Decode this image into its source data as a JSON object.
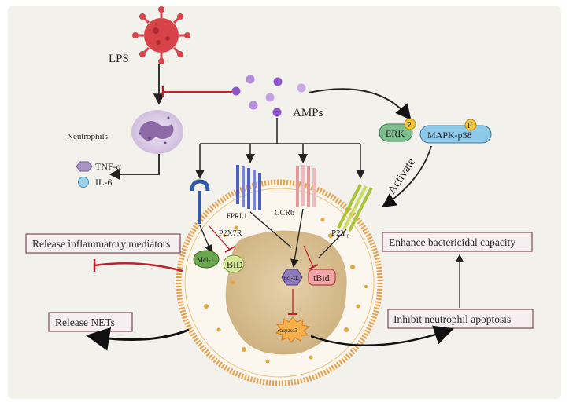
{
  "labels": {
    "lps": "LPS",
    "amps": "AMPs",
    "neutrophils": "Neutrophils",
    "tnf": "TNF-α",
    "il6": "IL-6",
    "erk": "ERK",
    "p_erk": "P",
    "mapk": "MAPK-p38",
    "p_mapk": "P",
    "activate": "Activate",
    "fprl1": "FPRL1",
    "ccr6": "CCR6",
    "p2x7r": "P2X7R",
    "p2y6": "P2Y",
    "p2y6_sub": "6",
    "mcl1": "Mcl-1",
    "bid": "BID",
    "bclxl": "Bcl-xL",
    "tbid": "tBid",
    "caspase3": "caspase3"
  },
  "boxes": {
    "release_inflammatory": "Release inflammatory mediators",
    "release_nets": "Release NETs",
    "enhance_bactericidal": "Enhance bactericidal capacity",
    "inhibit_apoptosis": "Inhibit neutrophil apoptosis"
  },
  "colors": {
    "background_panel": "#f2f1ec",
    "box_fill": "#f7eef1",
    "box_border": "#7a4a5c",
    "inhibit_red": "#c0202a",
    "cell_membrane": "#e8a04a",
    "nucleus": "#dcc49a",
    "amp_purple": "#a678d6",
    "virus_red": "#d8434a"
  }
}
